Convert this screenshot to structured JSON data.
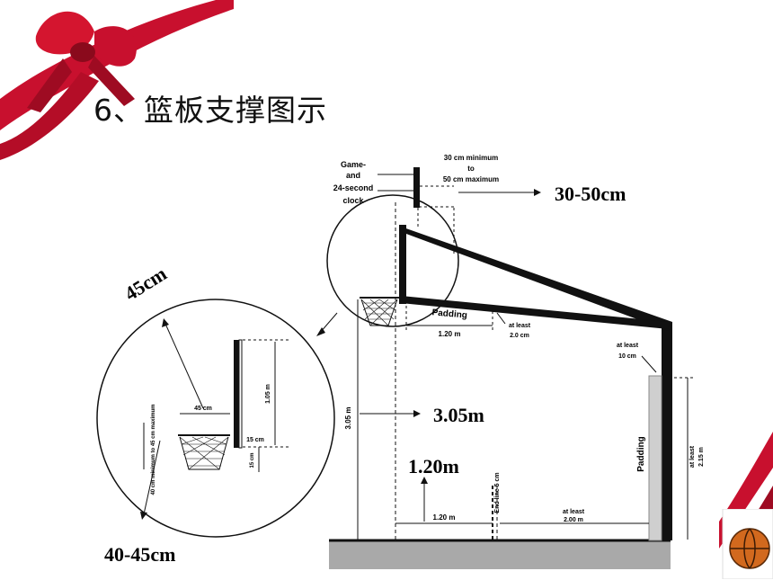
{
  "slide": {
    "title": "6、篮板支撑图示",
    "colors": {
      "ribbon": "#c8102e",
      "ribbon_dark": "#8a0a1c",
      "floor": "#a9a9a9",
      "padding": "#cfcfcf",
      "ball": "#d2691e"
    }
  },
  "diagram": {
    "top_labels": {
      "clock_line1": "Game-",
      "clock_line2": "and",
      "clock_line3": "24-second",
      "clock_line4": "clock",
      "gap_line1": "30 cm minimum",
      "gap_line2": "to",
      "gap_line3": "50 cm maximum"
    },
    "labels": {
      "padding_top": "Padding",
      "arm_length": "1.20 m",
      "arm_pad_line1": "at least",
      "arm_pad_line2": "2.0 cm",
      "post_pad_line1": "at least",
      "post_pad_line2": "10 cm",
      "post_height_line1": "at least",
      "post_height_line2": "2.15 m",
      "padding_post": "Padding",
      "floor_offset": "1.20 m",
      "endline": "End line 5 cm",
      "floor_distance_line1": "at least",
      "floor_distance_line2": "2.00 m",
      "rim_height": "3.05 m"
    },
    "detail_labels": {
      "width": "45 cm",
      "board_height": "1.05 m",
      "offset": "15 cm",
      "net_height": "40 cm minimum to 45 cm maximum",
      "gap": "15 cm"
    },
    "callouts": {
      "gap": "30-50cm",
      "rim": "3.05m",
      "offset": "1.20m",
      "width": "45cm",
      "net": "40-45cm"
    }
  }
}
